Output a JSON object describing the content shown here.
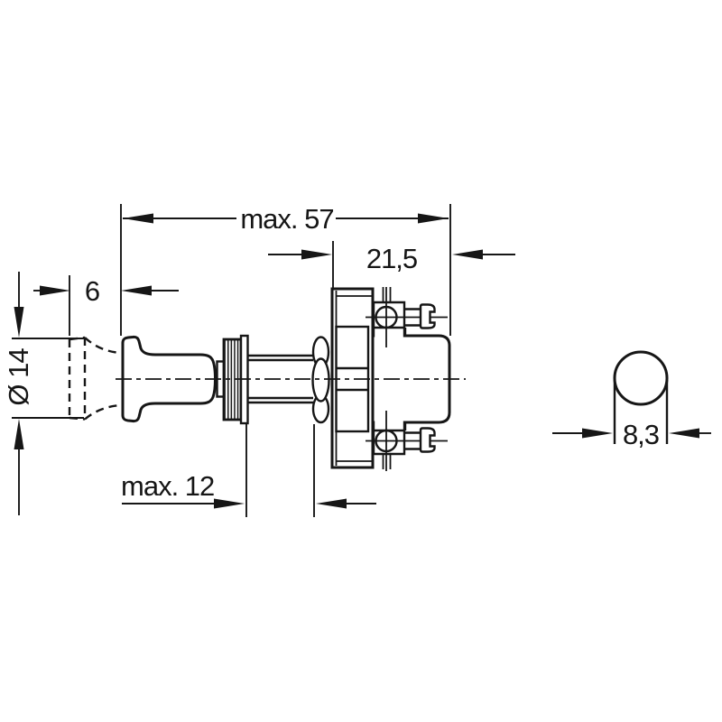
{
  "page": {
    "ink": "#161616",
    "paper": "#ffffff"
  },
  "dimensions": {
    "overall_length": "max. 57",
    "housing_length": "21,5",
    "knob_variant_offset": "6",
    "knob_diameter": "Ø 14",
    "thread_length": "max. 12",
    "stem_diameter": "8,3"
  }
}
